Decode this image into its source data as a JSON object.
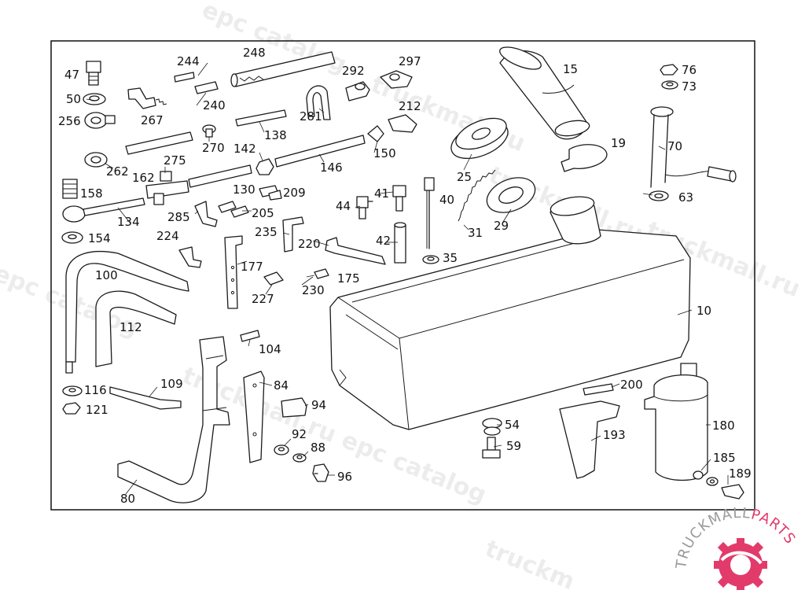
{
  "colors": {
    "line": "#1a1a1a",
    "watermark": "#000000",
    "logo_pink": "#e23b6b",
    "logo_gray": "#9a9a9a"
  },
  "watermark": {
    "text_1": "epc catalog",
    "text_2": "truckmall.ru",
    "text_3": "truckmall.ru epc",
    "text_4": "epc catalog",
    "text_5": "truckmall.ru epc catalog",
    "text_6": "truckmall.ru e",
    "text_7": "truckm"
  },
  "logo": {
    "left": "TRUCKMALL",
    "right": "PARTS"
  },
  "callouts": {
    "c47": "47",
    "c50": "50",
    "c256": "256",
    "c244": "244",
    "c248": "248",
    "c240": "240",
    "c267": "267",
    "c292": "292",
    "c297": "297",
    "c15": "15",
    "c76": "76",
    "c73": "73",
    "c281": "281",
    "c212": "212",
    "c138": "138",
    "c270": "270",
    "c142": "142",
    "c150": "150",
    "c19": "19",
    "c70": "70",
    "c262": "262",
    "c275": "275",
    "c146": "146",
    "c25": "25",
    "c162": "162",
    "c130": "130",
    "c209": "209",
    "c158": "158",
    "c41": "41",
    "c40": "40",
    "c44": "44",
    "c63": "63",
    "c134": "134",
    "c285": "285",
    "c205": "205",
    "c31": "31",
    "c29": "29",
    "c154": "154",
    "c224": "224",
    "c235": "235",
    "c220": "220",
    "c42": "42",
    "c35": "35",
    "c177": "177",
    "c100": "100",
    "c175": "175",
    "c227": "227",
    "c230": "230",
    "c112": "112",
    "c10": "10",
    "c104": "104",
    "c109": "109",
    "c84": "84",
    "c200": "200",
    "c116": "116",
    "c94": "94",
    "c121": "121",
    "c180": "180",
    "c54": "54",
    "c92": "92",
    "c193": "193",
    "c88": "88",
    "c59": "59",
    "c185": "185",
    "c96": "96",
    "c189": "189",
    "c80": "80"
  }
}
